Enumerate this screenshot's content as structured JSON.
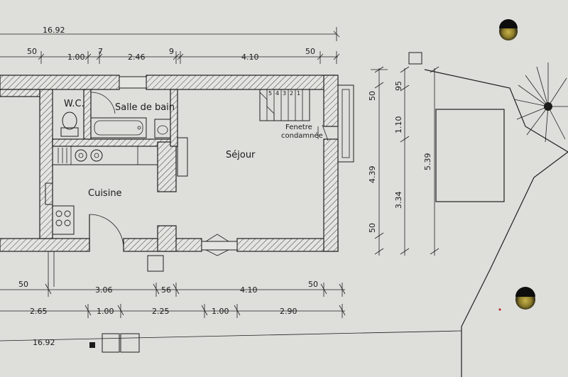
{
  "rooms": {
    "wc": "W.C.",
    "bathroom": "Salle de bain",
    "living": "Séjour",
    "kitchen": "Cuisine",
    "window_note_1": "Fenetre",
    "window_note_2": "condamnée"
  },
  "stairs": [
    "5",
    "4",
    "3",
    "2",
    "1"
  ],
  "top_dims": {
    "overall": "16.92",
    "d1": "50",
    "d2": "1.00",
    "d3": "7",
    "d4": "2.46",
    "d5": "9",
    "d6": "4.10",
    "d7": "50"
  },
  "bottom_dims_1": {
    "d1": "50",
    "d2": "3.06",
    "d3": "56",
    "d4": "4.10",
    "d5": "50"
  },
  "bottom_dims_2": {
    "d1": "2.65",
    "d2": "1.00",
    "d3": "2.25",
    "d4": "1.00",
    "d5": "2.90"
  },
  "bottom_overall": "16.92",
  "right_dims": {
    "r1": "50",
    "r2": "4.39",
    "r3": "50",
    "r4": "95",
    "r5": "1.10",
    "r6": "3.34",
    "r7": "5.39"
  }
}
